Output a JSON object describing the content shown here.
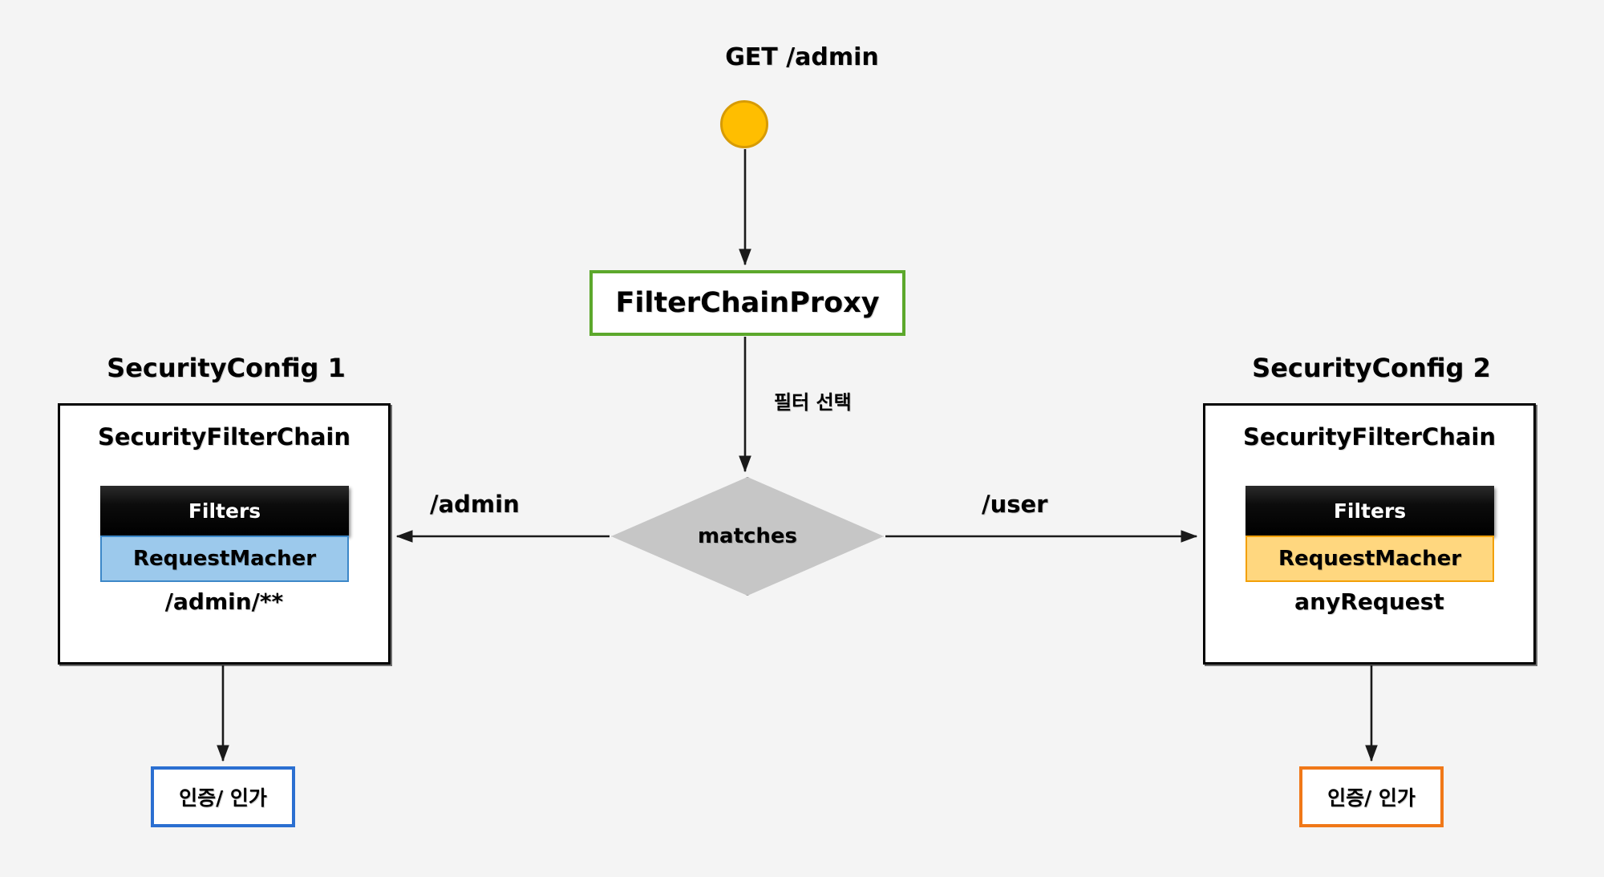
{
  "request": {
    "title": "GET /admin",
    "dot_color": "#FFBE00"
  },
  "proxy": {
    "label": "FilterChainProxy",
    "border_color": "#5CA82C"
  },
  "edges": {
    "filter_select": "필터 선택",
    "left_path": "/admin",
    "right_path": "/user"
  },
  "decision": {
    "label": "matches",
    "fill_color": "#C6C6C6"
  },
  "configs": [
    {
      "title": "SecurityConfig 1",
      "chain_title": "SecurityFilterChain",
      "filters_label": "Filters",
      "matcher_label": "RequestMacher",
      "matcher_color": "#9CC9EC",
      "pattern": "/admin/**",
      "auth_label": "인증/ 인가",
      "auth_border_color": "#2B6FD1"
    },
    {
      "title": "SecurityConfig 2",
      "chain_title": "SecurityFilterChain",
      "filters_label": "Filters",
      "matcher_label": "RequestMacher",
      "matcher_color": "#FFD77F",
      "pattern": "anyRequest",
      "auth_label": "인증/ 인가",
      "auth_border_color": "#F07818"
    }
  ]
}
